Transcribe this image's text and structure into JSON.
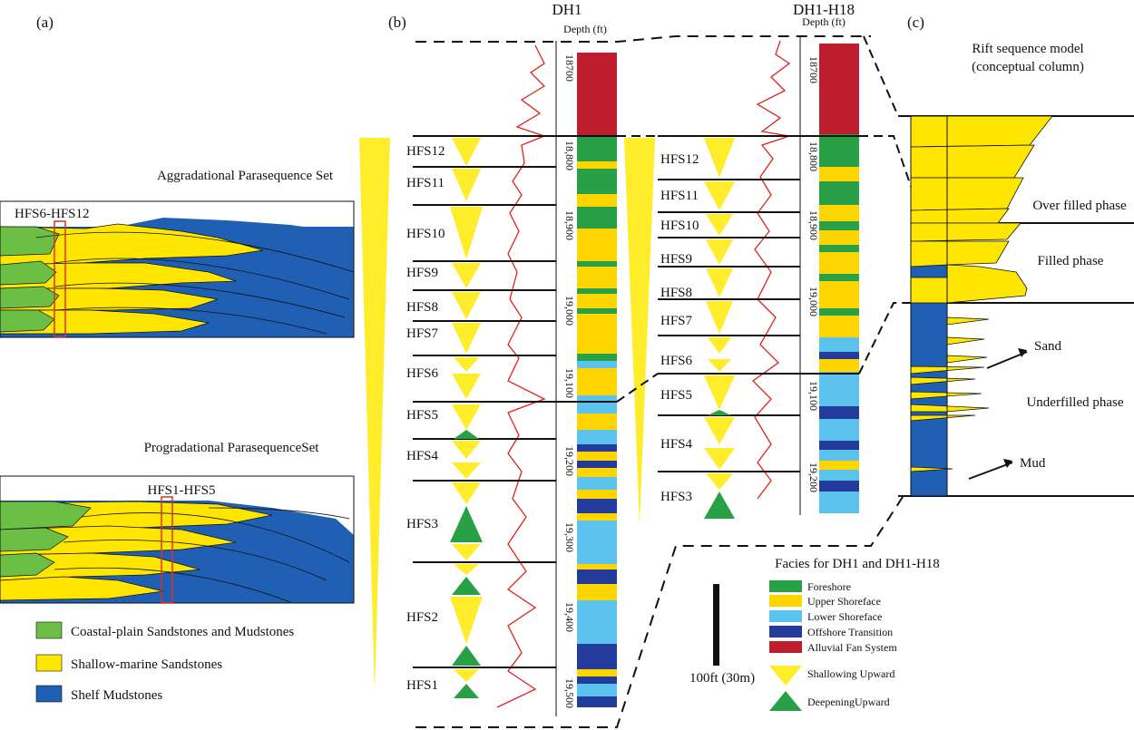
{
  "panels": {
    "a": "(a)",
    "b": "(b)",
    "c": "(c)"
  },
  "panel_a": {
    "title_top": "Aggradational Parasequence Set",
    "box_top_label": "HFS6-HFS12",
    "title_bottom": "Progradational ParasequenceSet",
    "box_bottom_label": "HFS1-HFS5",
    "legend": [
      {
        "label": "Coastal-plain Sandstones and Mudstones",
        "color": "#6cbf45"
      },
      {
        "label": "Shallow-marine Sandstones",
        "color": "#ffe600"
      },
      {
        "label": "Shelf Mudstones",
        "color": "#1f5fb4"
      }
    ]
  },
  "well1": {
    "name": "DH1",
    "depth_label": "Depth (ft)",
    "ticks": [
      "18700",
      "18,800",
      "18,900",
      "19,000",
      "19,100",
      "19,200",
      "19,300",
      "19,400",
      "19,500"
    ],
    "hfs": [
      "HFS12",
      "HFS11",
      "HFS10",
      "HFS9",
      "HFS8",
      "HFS7",
      "HFS6",
      "HFS5",
      "HFS4",
      "HFS3",
      "HFS2",
      "HFS1"
    ]
  },
  "well2": {
    "name": "DH1-H18",
    "depth_label": "Depth (ft)",
    "ticks": [
      "18700",
      "18,800",
      "18,900",
      "19,000",
      "19,100",
      "19,200"
    ],
    "hfs": [
      "HFS12",
      "HFS11",
      "HFS10",
      "HFS9",
      "HFS8",
      "HFS7",
      "HFS6",
      "HFS5",
      "HFS4",
      "HFS3"
    ]
  },
  "panel_c": {
    "title1": "Rift sequence model",
    "title2": "(conceptual column)",
    "phases": [
      "Over filled phase",
      "Filled phase",
      "Underfilled phase"
    ],
    "sand": "Sand",
    "mud": "Mud"
  },
  "facies_legend": {
    "title": "Facies for DH1 and DH1-H18",
    "items": [
      {
        "label": "Foreshore",
        "color": "#27a046"
      },
      {
        "label": "Upper Shoreface",
        "color": "#ffd500"
      },
      {
        "label": "Lower Shoreface",
        "color": "#5bc3ee"
      },
      {
        "label": "Offshore Transition",
        "color": "#233b9b"
      },
      {
        "label": "Alluvial Fan System",
        "color": "#be1e2d"
      }
    ],
    "shallowing": "Shallowing Upward",
    "deepening": "DeepeningUpward",
    "scale": "100ft (30m)"
  }
}
